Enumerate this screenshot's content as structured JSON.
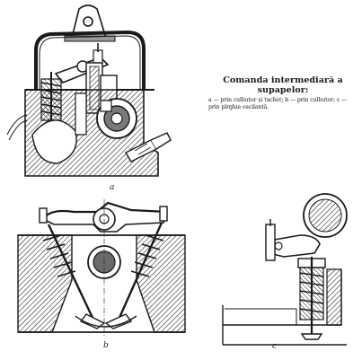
{
  "caption": {
    "title": "Comanda intermediară a supapelor:",
    "legend": "a — prin culbutor și tachet; b — prin culbutor; c — prin pîrghie oscilantă."
  },
  "figures": {
    "a": "a",
    "b": "b",
    "c": "c"
  },
  "colors": {
    "ink": "#1a1a1a",
    "section_fill": "#6a6a6a",
    "paper": "#ffffff"
  }
}
